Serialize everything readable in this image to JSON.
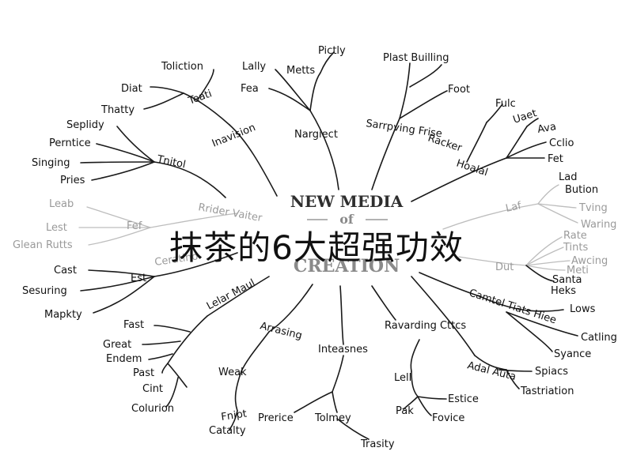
{
  "overlay_title": "抹茶的6大超强功效",
  "center": {
    "line1": "NEW MEDIA",
    "line2": "of",
    "line3": "CREATION"
  },
  "branches": [
    {
      "id": "top-left",
      "hub": "Inavision",
      "labels": [
        "Toliction",
        "Diat",
        "Thatty"
      ],
      "mid": "Teati"
    },
    {
      "id": "left-upper",
      "hub": "Tnitol",
      "labels": [
        "Seplidy",
        "Perntice",
        "Singing",
        "Pries"
      ]
    },
    {
      "id": "top-center-left",
      "hub": "Nargiect",
      "labels": [
        "Lally",
        "Metts",
        "Pictly",
        "Fea"
      ]
    },
    {
      "id": "top-center-right",
      "hub": "Sarrpving Frise",
      "labels": [
        "Plast Builling",
        "Foot"
      ]
    },
    {
      "id": "top-right",
      "hub": "Racker",
      "labels": [
        "Fulc",
        "Uaet",
        "Ava",
        "Cclio",
        "Fet"
      ],
      "mid": "Hoalal"
    },
    {
      "id": "left-faint",
      "hub": "Fef",
      "labels": [
        "Leab",
        "Lest",
        "Glean Rutts"
      ],
      "mid": "Rrider Vaiter",
      "faint": true
    },
    {
      "id": "left-lower",
      "hub": "Est",
      "labels": [
        "Cast",
        "Sesuring",
        "Mapkty"
      ],
      "mid": "Ceratino"
    },
    {
      "id": "right-faint",
      "hub": "Laf",
      "labels": [
        "Lad",
        "Bution",
        "Tving",
        "Waring"
      ],
      "faint": true
    },
    {
      "id": "right-mid",
      "hub": "Dut",
      "labels": [
        "Rate",
        "Tints",
        "Awcing",
        "Meti",
        "Santa",
        "Heks"
      ]
    },
    {
      "id": "bottom-left",
      "hub": "Lelar Maul",
      "labels": [
        "Fast",
        "Great",
        "Endem",
        "Past",
        "Cint",
        "Colurion"
      ]
    },
    {
      "id": "bottom-left-center",
      "hub": "Arrasing",
      "labels": [
        "Weak",
        "Fnipt",
        "Catalty"
      ]
    },
    {
      "id": "bottom-center",
      "hub": "Inteasnes",
      "labels": [
        "Prerice",
        "Tolmey",
        "Trasity"
      ]
    },
    {
      "id": "bottom-right-center",
      "hub": "Ravarding Cttcs",
      "labels": [
        "Lell",
        "Estice",
        "Pak",
        "Fovice"
      ]
    },
    {
      "id": "bottom-right",
      "hub": "Adal Auta",
      "labels": [
        "Spiacs",
        "Tastriation"
      ]
    },
    {
      "id": "right-lower",
      "hub": "Camtel Tiats Hiee",
      "labels": [
        "Lows",
        "Catling",
        "Syance"
      ]
    }
  ]
}
